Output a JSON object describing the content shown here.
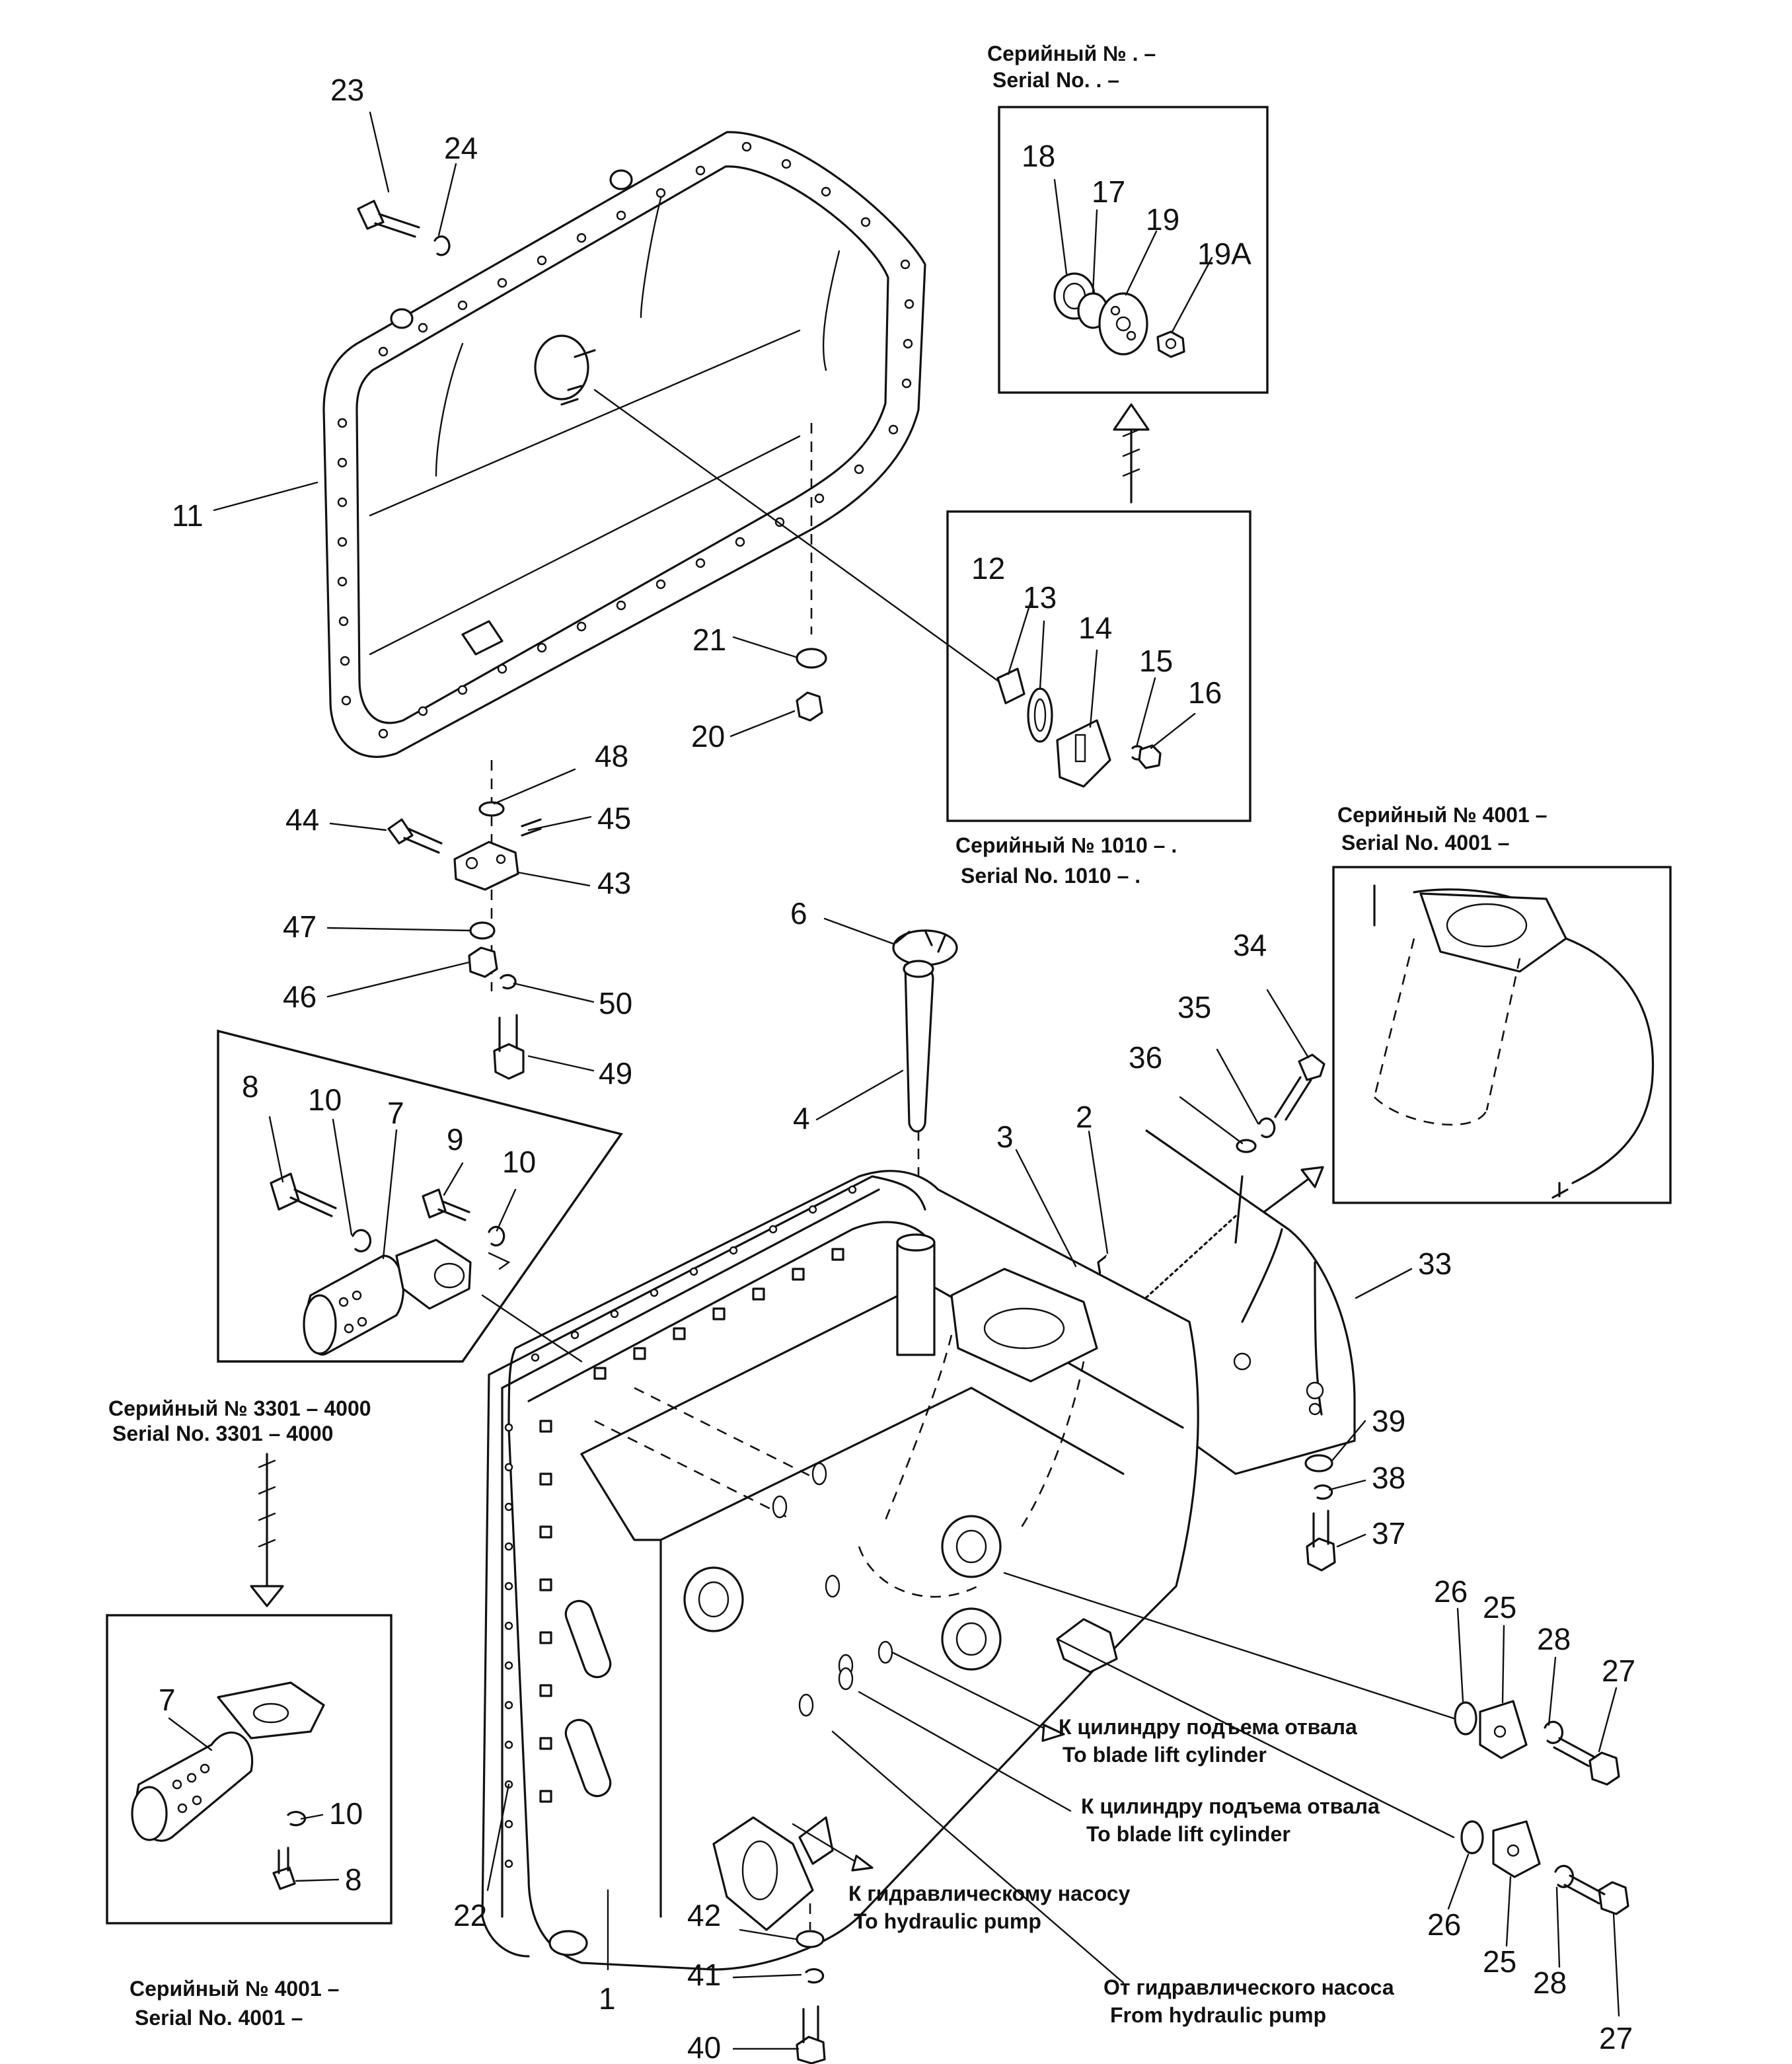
{
  "callouts": {
    "n1": "1",
    "n2": "2",
    "n3": "3",
    "n4": "4",
    "n6": "6",
    "n7a": "7",
    "n7b": "7",
    "n8a": "8",
    "n8b": "8",
    "n9": "9",
    "n10a": "10",
    "n10b": "10",
    "n10c": "10",
    "n11": "11",
    "n12": "12",
    "n13": "13",
    "n14": "14",
    "n15": "15",
    "n16": "16",
    "n17": "17",
    "n18": "18",
    "n19": "19",
    "n19a": "19A",
    "n20": "20",
    "n21": "21",
    "n22": "22",
    "n23": "23",
    "n24": "24",
    "n25a": "25",
    "n25b": "25",
    "n26a": "26",
    "n26b": "26",
    "n27a": "27",
    "n27b": "27",
    "n28a": "28",
    "n28b": "28",
    "n33": "33",
    "n34": "34",
    "n35": "35",
    "n36": "36",
    "n37": "37",
    "n38": "38",
    "n39": "39",
    "n40": "40",
    "n41": "41",
    "n42": "42",
    "n43": "43",
    "n44": "44",
    "n45": "45",
    "n46": "46",
    "n47": "47",
    "n48": "48",
    "n49": "49",
    "n50": "50"
  },
  "captions": {
    "top_ru": "Серийный №  . –",
    "top_en": "Serial No.  . –",
    "mid_ru": "Серийный № 1010 – .",
    "mid_en": "Serial No. 1010 – .",
    "right_ru": "Серийный № 4001 –",
    "right_en": "Serial No. 4001 –",
    "left_ru": "Серийный № 3301 – 4000",
    "left_en": "Serial No. 3301 – 4000",
    "bottom_ru": "Серийный № 4001 –",
    "bottom_en": "Serial No. 4001 –"
  },
  "flow_labels": {
    "blade1_ru": "К цилиндру подъема отвала",
    "blade1_en": "To blade lift cylinder",
    "blade2_ru": "К цилиндру подъема отвала",
    "blade2_en": "To blade lift cylinder",
    "pump_to_ru": "К гидравлическому насосу",
    "pump_to_en": "To hydraulic pump",
    "pump_from_ru": "От гидравлического насоса",
    "pump_from_en": "From hydraulic pump"
  }
}
